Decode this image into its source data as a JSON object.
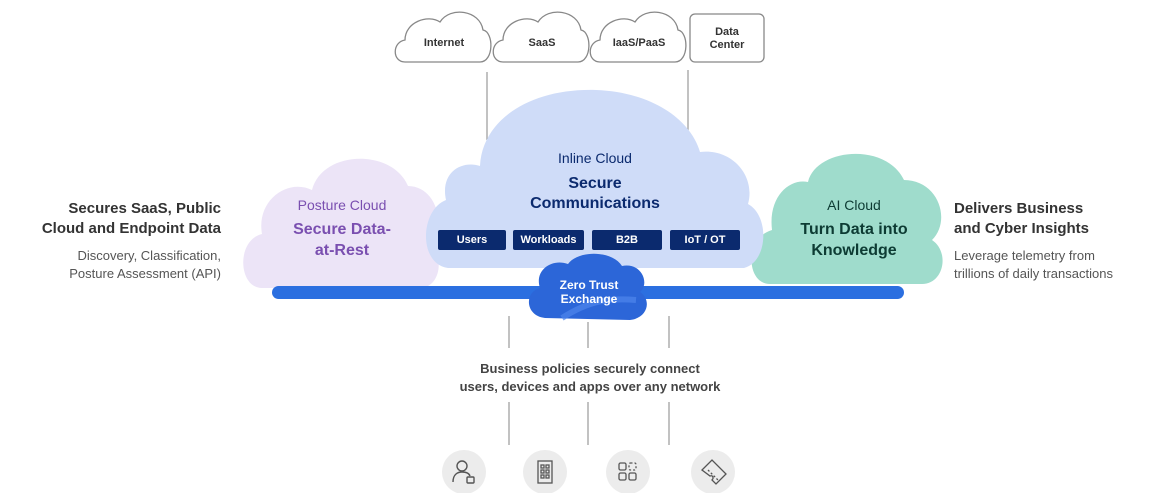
{
  "top_nodes": {
    "internet": "Internet",
    "saas": "SaaS",
    "iaas": "IaaS/PaaS",
    "datacenter_line1": "Data",
    "datacenter_line2": "Center"
  },
  "left": {
    "title_line1": "Secures SaaS, Public",
    "title_line2": "Cloud and Endpoint Data",
    "sub_line1": "Discovery, Classification,",
    "sub_line2": "Posture Assessment (API)"
  },
  "right": {
    "title_line1": "Delivers Business",
    "title_line2": "and Cyber Insights",
    "sub_line1": "Leverage telemetry from",
    "sub_line2": "trillions of daily transactions"
  },
  "posture_cloud": {
    "label": "Posture Cloud",
    "title_line1": "Secure Data-",
    "title_line2": "at-Rest"
  },
  "inline_cloud": {
    "label": "Inline Cloud",
    "title_line1": "Secure",
    "title_line2": "Communications",
    "pills": [
      "Users",
      "Workloads",
      "B2B",
      "IoT / OT"
    ]
  },
  "ai_cloud": {
    "label": "AI Cloud",
    "title_line1": "Turn Data into",
    "title_line2": "Knowledge"
  },
  "zero_trust": {
    "line1": "Zero Trust",
    "line2": "Exchange"
  },
  "bottom_text": {
    "line1": "Business policies securely connect",
    "line2": "users, devices and apps over any network"
  },
  "bottom_icons": [
    "user-icon",
    "building-icon",
    "apps-grid-icon",
    "ticket-icon"
  ],
  "colors": {
    "posture": "#ece4f7",
    "inline": "#cfdcf8",
    "ai": "#9fdccc",
    "navy": "#0b2a6e",
    "bar": "#2b6fe0",
    "zte": "#2c66d8",
    "purple_text": "#7a4fb0"
  }
}
